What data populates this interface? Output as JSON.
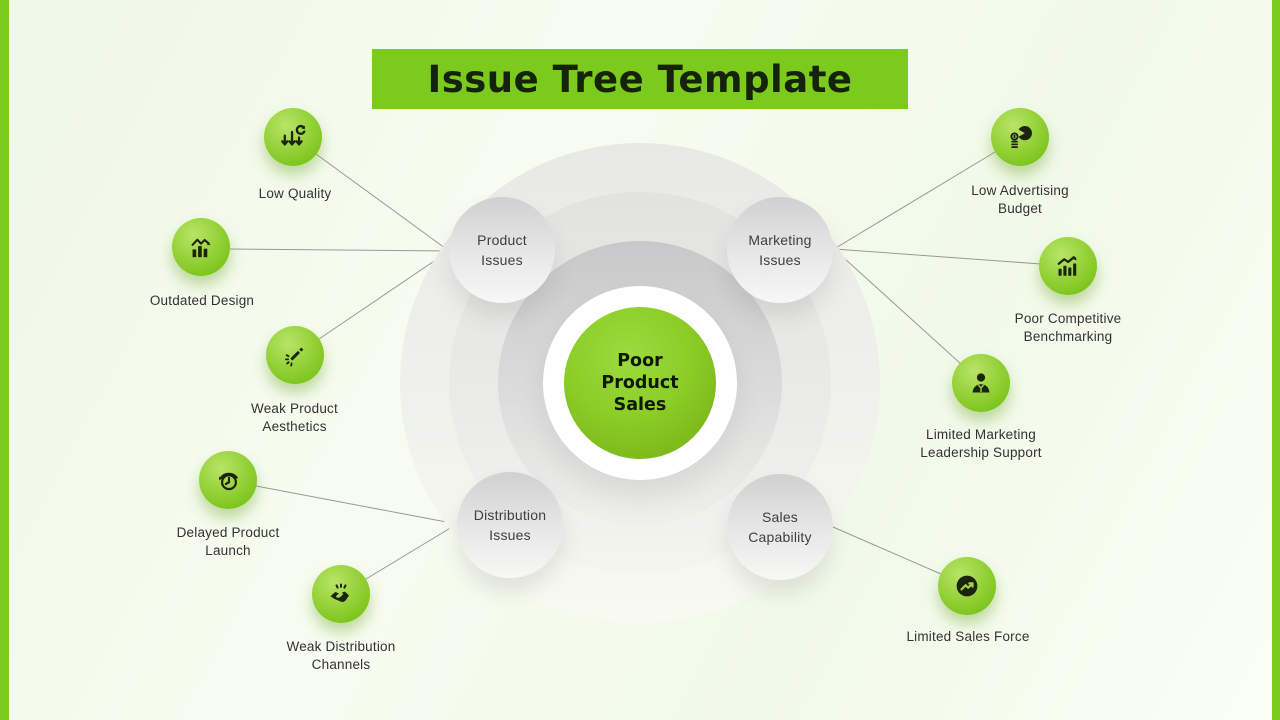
{
  "title": {
    "text": "Issue Tree Template"
  },
  "center": {
    "label": "Poor Product Sales"
  },
  "hubs": {
    "product_issues": {
      "label": "Product Issues"
    },
    "marketing_issues": {
      "label": "Marketing Issues"
    },
    "distribution_issues": {
      "label": "Distribution Issues"
    },
    "sales_capability": {
      "label": "Sales Capability"
    }
  },
  "causes": {
    "low_quality": {
      "label": "Low Quality",
      "icon": "declining-arrows-redo-icon",
      "connects_to": "Product Issues"
    },
    "outdated_design": {
      "label": "Outdated Design",
      "icon": "declining-chart-icon",
      "connects_to": "Product Issues"
    },
    "weak_product_aesthetics": {
      "label": "Weak Product Aesthetics",
      "icon": "magic-wand-icon",
      "connects_to": "Product Issues"
    },
    "delayed_product_launch": {
      "label": "Delayed Product Launch",
      "icon": "stopwatch-icon",
      "connects_to": "Distribution Issues"
    },
    "weak_distribution_channels": {
      "label": "Weak Distribution Channels",
      "icon": "handshake-icon",
      "connects_to": "Distribution Issues"
    },
    "low_advertising_budget": {
      "label": "Low Advertising Budget",
      "icon": "pie-chart-coins-icon",
      "connects_to": "Marketing Issues"
    },
    "poor_competitive_benchmarking": {
      "label": "Poor Competitive Benchmarking",
      "icon": "growth-bars-icon",
      "connects_to": "Marketing Issues"
    },
    "limited_marketing_leadership_support": {
      "label": "Limited Marketing Leadership Support",
      "icon": "businessperson-icon",
      "connects_to": "Marketing Issues"
    },
    "limited_sales_force": {
      "label": "Limited Sales Force",
      "icon": "trend-arrow-circle-icon",
      "connects_to": "Sales Capability"
    }
  },
  "colors": {
    "accent_green": "#7cca1e",
    "center_green": "#8ccd27",
    "icon_circle_green": "#96d23a",
    "banner_text": "#15230a",
    "icon_glyph": "#1c240f",
    "hub_gray": "#d0d0d2",
    "label_text": "#333333",
    "connector_gray": "#999999",
    "background": "#f3faec"
  }
}
